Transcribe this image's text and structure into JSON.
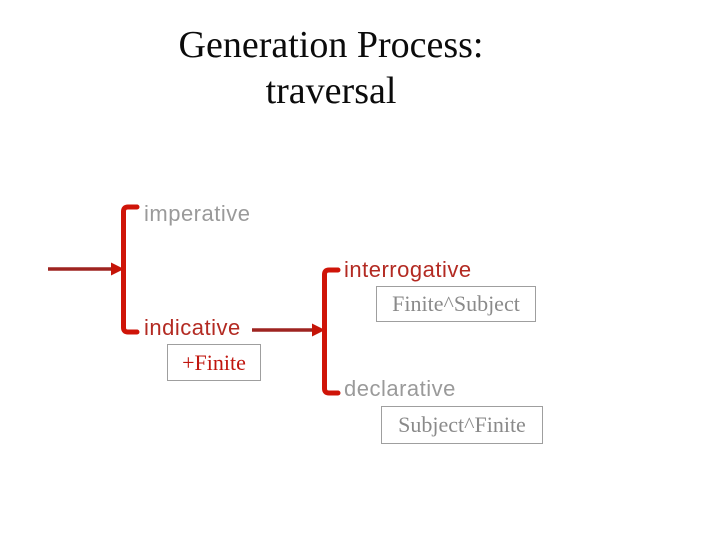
{
  "title": {
    "line1": "Generation Process:",
    "line2": "traversal"
  },
  "diagram": {
    "mood_options": {
      "imperative": "imperative",
      "indicative": "indicative"
    },
    "indicative_types": {
      "interrogative": "interrogative",
      "declarative": "declarative"
    },
    "feature_boxes": {
      "indicative": "+Finite",
      "interrogative": "Finite^Subject",
      "declarative": "Subject^Finite"
    }
  },
  "colors": {
    "line_red": "#cf1408",
    "arrow_red": "#9e2420",
    "arrowhead_red": "#c51408",
    "label_red": "#b32a22",
    "label_gray": "#9a9a9a",
    "box_text_gray": "#8a8a8a",
    "box_border_gray": "#9f9f9f",
    "finite_text_red": "#c0150e",
    "title_color": "#0b0b0b"
  }
}
